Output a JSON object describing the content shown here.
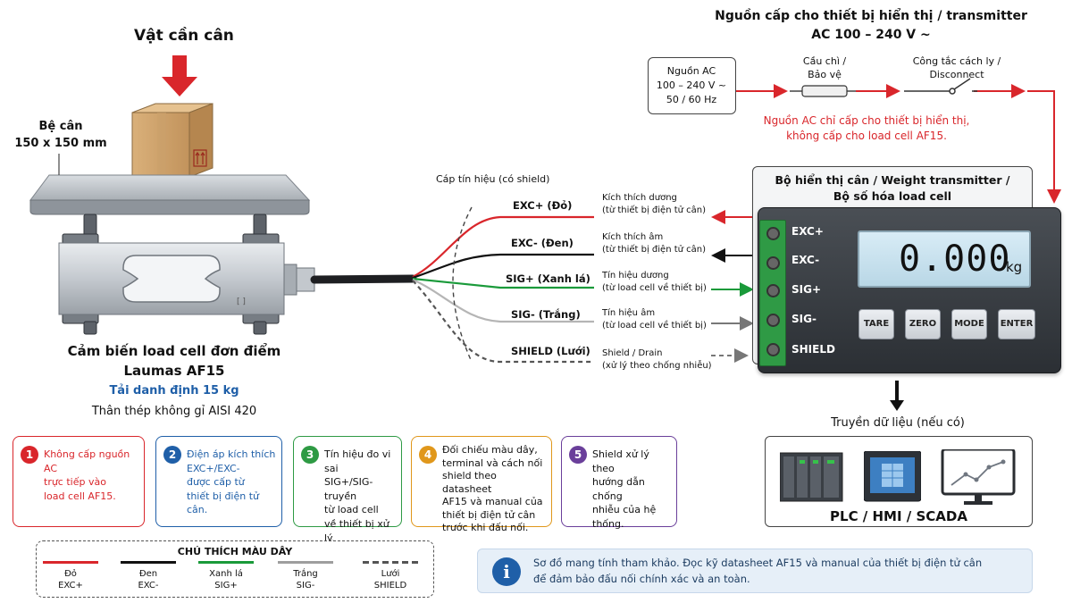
{
  "load": {
    "title": "Vật cần cân"
  },
  "platform": {
    "label_line1": "Bệ cân",
    "label_line2": "150 x 150 mm"
  },
  "sensor": {
    "title_line1": "Cảm biến load cell đơn điểm",
    "title_line2": "Laumas AF15",
    "rated": "Tải danh định 15 kg",
    "material": "Thân thép không gỉ AISI 420"
  },
  "cable": {
    "title": "Cáp tín hiệu (có shield)"
  },
  "wires": [
    {
      "label": "EXC+ (Đỏ)",
      "desc1": "Kích thích dương",
      "desc2": "(từ thiết bị điện tử cân)",
      "color": "#d9262b"
    },
    {
      "label": "EXC- (Đen)",
      "desc1": "Kích thích âm",
      "desc2": "(từ thiết bị điện tử cân)",
      "color": "#111111"
    },
    {
      "label": "SIG+ (Xanh lá)",
      "desc1": "Tín hiệu dương",
      "desc2": "(từ load cell về thiết bị)",
      "color": "#1a9a3a"
    },
    {
      "label": "SIG- (Trắng)",
      "desc1": "Tín hiệu âm",
      "desc2": "(từ load cell về thiết bị)",
      "color": "#b5b5b5"
    },
    {
      "label": "SHIELD (Lưới)",
      "desc1": "Shield / Drain",
      "desc2": "(xử lý theo chống nhiễu)",
      "color": "#555555"
    }
  ],
  "power": {
    "title_line1": "Nguồn cấp cho thiết bị hiển thị / transmitter",
    "title_line2": "AC 100 – 240 V ~",
    "source_line1": "Nguồn AC",
    "source_line2": "100 – 240 V ~",
    "source_line3": "50 / 60 Hz",
    "fuse_line1": "Cầu chì /",
    "fuse_line2": "Bảo vệ",
    "switch_line1": "Công tắc cách ly /",
    "switch_line2": "Disconnect",
    "warning_line1": "Nguồn AC chỉ cấp cho thiết bị hiển thị,",
    "warning_line2": "không cấp cho load cell AF15."
  },
  "device": {
    "title_line1": "Bộ hiển thị cân / Weight transmitter /",
    "title_line2": "Bộ số hóa load cell",
    "reading": "0.000",
    "unit": "kg",
    "terminals": [
      "EXC+",
      "EXC-",
      "SIG+",
      "SIG-",
      "SHIELD"
    ],
    "buttons": [
      "TARE",
      "ZERO",
      "MODE",
      "ENTER"
    ]
  },
  "data_out": {
    "label": "Truyền dữ liệu (nếu có)",
    "systems": "PLC / HMI / SCADA"
  },
  "notes": [
    {
      "num": "1",
      "text": "Không cấp nguồn AC\ntrực tiếp vào\nload cell AF15.",
      "color": "#d9262b"
    },
    {
      "num": "2",
      "text": "Điện áp kích thích\nEXC+/EXC-\nđược cấp từ\nthiết bị điện tử cân.",
      "color": "#1f5fa8"
    },
    {
      "num": "3",
      "text": "Tín hiệu đo vi sai\nSIG+/SIG- truyền\ntừ load cell\nvề thiết bị xử lý.",
      "color": "#2e9a44"
    },
    {
      "num": "4",
      "text": "Đối chiếu màu dây,\nterminal và cách nối\nshield theo datasheet\nAF15 và manual của\nthiết bị điện tử cân\ntrước khi đấu nối.",
      "color": "#e0971b"
    },
    {
      "num": "5",
      "text": "Shield xử lý theo\nhướng dẫn chống\nnhiễu của hệ thống.",
      "color": "#6a3f9a"
    }
  ],
  "legend": {
    "title": "CHÚ THÍCH MÀU DÂY",
    "items": [
      {
        "name": "Đỏ",
        "code": "EXC+",
        "color": "#d9262b"
      },
      {
        "name": "Đen",
        "code": "EXC-",
        "color": "#111111"
      },
      {
        "name": "Xanh lá",
        "code": "SIG+",
        "color": "#1a9a3a"
      },
      {
        "name": "Trắng",
        "code": "SIG-",
        "color": "#9e9e9e"
      },
      {
        "name": "Lưới",
        "code": "SHIELD",
        "color": "#555555"
      }
    ]
  },
  "info": {
    "icon": "i",
    "line1": "Sơ đồ mang tính tham khảo. Đọc kỹ datasheet AF15 và manual của thiết bị điện tử cân",
    "line2": "để đảm bảo đấu nối chính xác và an toàn."
  }
}
